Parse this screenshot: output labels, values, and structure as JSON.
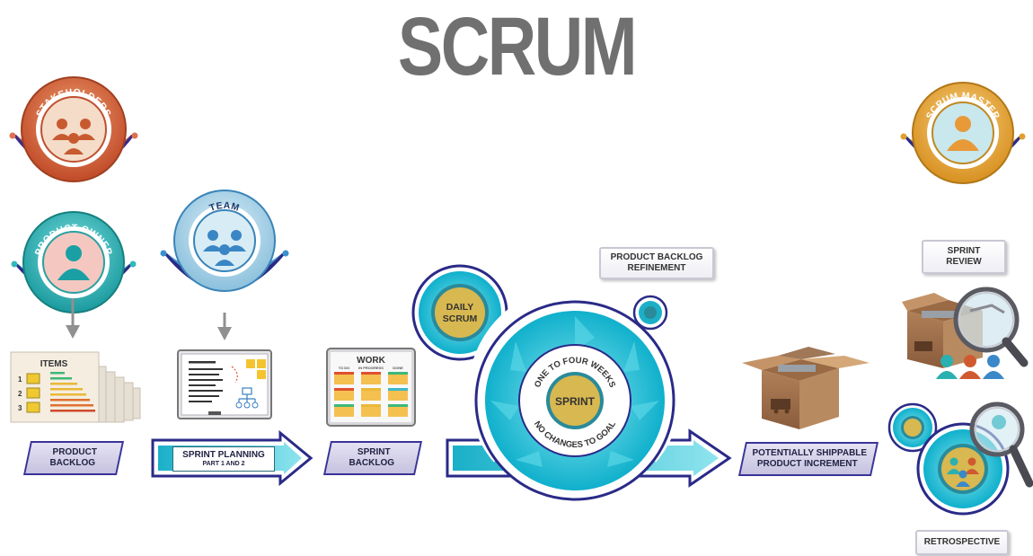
{
  "title": "SCRUM",
  "roles": {
    "stakeholders": "STAKEHOLDERS",
    "product_owner": "PRODUCT OWNER",
    "team": "TEAM",
    "scrum_master": "SCRUM MASTER"
  },
  "items_card": {
    "heading": "ITEMS",
    "numbers": [
      "1",
      "2",
      "3"
    ]
  },
  "work_board": {
    "heading": "WORK",
    "columns": [
      "TO DO",
      "IN PROGRESS",
      "DONE"
    ]
  },
  "flow_labels": {
    "product_backlog": [
      "PRODUCT",
      "BACKLOG"
    ],
    "sprint_planning": [
      "SPRINT PLANNING",
      "PART 1 AND 2"
    ],
    "sprint_backlog": [
      "SPRINT",
      "BACKLOG"
    ],
    "increment": [
      "POTENTIALLY SHIPPABLE",
      "PRODUCT INCREMENT"
    ]
  },
  "events": {
    "daily_scrum": [
      "DAILY",
      "SCRUM"
    ],
    "refinement": [
      "PRODUCT BACKLOG",
      "REFINEMENT"
    ],
    "sprint_review": [
      "SPRINT",
      "REVIEW"
    ],
    "retrospective": "RETROSPECTIVE"
  },
  "sprint_cycle": {
    "center": "SPRINT",
    "top_arc": "ONE TO FOUR WEEKS",
    "bottom_arc": "NO CHANGES TO GOAL"
  },
  "colors": {
    "title_gray": "#707070",
    "stakeholders_red": "#d0603a",
    "product_owner_teal": "#2aa8a8",
    "team_blue": "#3a8ac8",
    "scrum_master_gold": "#e0a030",
    "sprint_cyan": "#1cc0d8",
    "navy_outline": "#2a2a8a",
    "gold": "#d8b850"
  }
}
